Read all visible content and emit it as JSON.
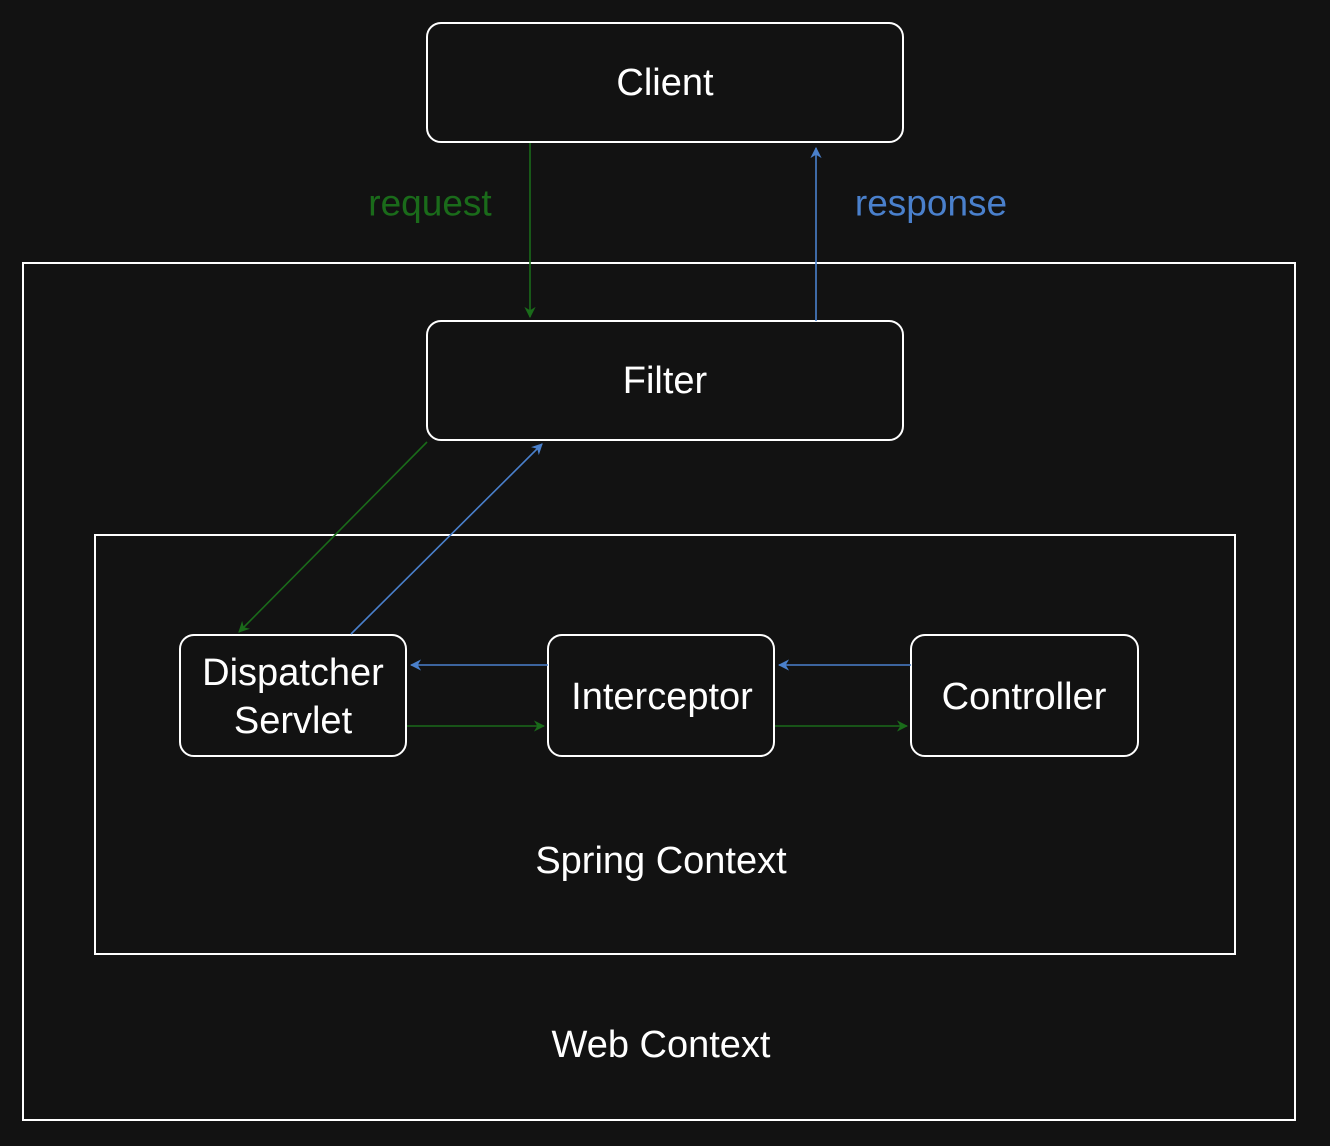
{
  "colors": {
    "background": "#121212",
    "stroke": "#ffffff",
    "request": "#1a6b1a",
    "response": "#4a80cc"
  },
  "nodes": {
    "client": "Client",
    "filter": "Filter",
    "dispatcher_line1": "Dispatcher",
    "dispatcher_line2": "Servlet",
    "interceptor": "Interceptor",
    "controller": "Controller"
  },
  "containers": {
    "web_context": "Web Context",
    "spring_context": "Spring Context"
  },
  "edge_labels": {
    "request": "request",
    "response": "response"
  }
}
